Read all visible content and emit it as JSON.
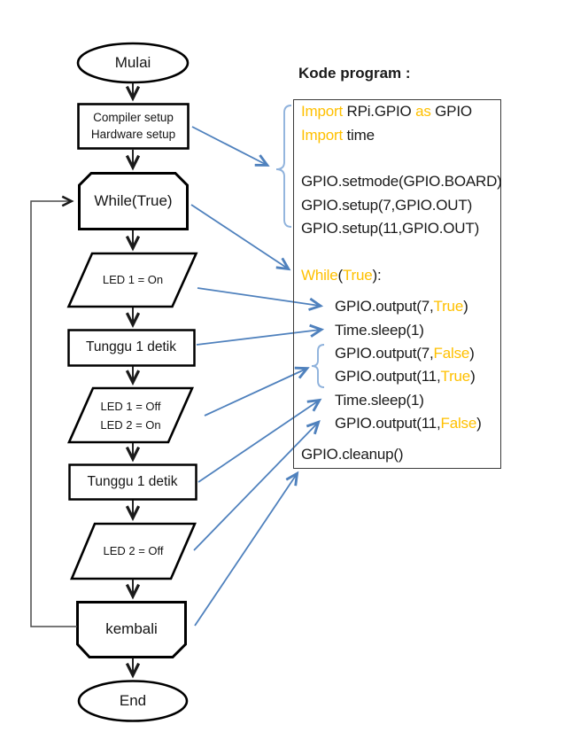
{
  "code_panel": {
    "heading": "Kode program :",
    "lines": [
      {
        "indent": 0,
        "segments": [
          {
            "t": "Import ",
            "k": true
          },
          {
            "t": "RPi.GPIO ",
            "k": false
          },
          {
            "t": "as",
            "k": true
          },
          {
            "t": " GPIO",
            "k": false
          }
        ]
      },
      {
        "indent": 0,
        "segments": [
          {
            "t": "Import ",
            "k": true
          },
          {
            "t": "time",
            "k": false
          }
        ]
      },
      {
        "indent": 0,
        "segments": []
      },
      {
        "indent": 0,
        "segments": [
          {
            "t": "GPIO.setmode(GPIO.BOARD)",
            "k": false
          }
        ]
      },
      {
        "indent": 0,
        "segments": [
          {
            "t": "GPIO.setup(7,GPIO.OUT)",
            "k": false
          }
        ]
      },
      {
        "indent": 0,
        "segments": [
          {
            "t": "GPIO.setup(11,GPIO.OUT)",
            "k": false
          }
        ]
      },
      {
        "indent": 0,
        "segments": []
      },
      {
        "indent": 0,
        "segments": [
          {
            "t": "While",
            "k": true
          },
          {
            "t": "(",
            "k": false
          },
          {
            "t": "True",
            "k": true
          },
          {
            "t": "):",
            "k": false
          }
        ]
      },
      {
        "indent": 1,
        "segments": [
          {
            "t": "GPIO.output(7,",
            "k": false
          },
          {
            "t": "True",
            "k": true
          },
          {
            "t": ")",
            "k": false
          }
        ]
      },
      {
        "indent": 1,
        "segments": [
          {
            "t": "Time.sleep(1)",
            "k": false
          }
        ]
      },
      {
        "indent": 1,
        "segments": [
          {
            "t": "GPIO.output(7,",
            "k": false
          },
          {
            "t": "False",
            "k": true
          },
          {
            "t": ")",
            "k": false
          }
        ]
      },
      {
        "indent": 1,
        "segments": [
          {
            "t": "GPIO.output(11,",
            "k": false
          },
          {
            "t": "True",
            "k": true
          },
          {
            "t": ")",
            "k": false
          }
        ]
      },
      {
        "indent": 1,
        "segments": [
          {
            "t": "Time.sleep(1)",
            "k": false
          }
        ]
      },
      {
        "indent": 1,
        "segments": [
          {
            "t": "GPIO.output(11,",
            "k": false
          },
          {
            "t": "False",
            "k": true
          },
          {
            "t": ")",
            "k": false
          }
        ]
      },
      {
        "indent": 0,
        "segments": [
          {
            "t": "GPIO.cleanup()",
            "k": false
          }
        ]
      }
    ]
  },
  "flowchart": {
    "nodes": {
      "start": {
        "type": "terminator",
        "label": "Mulai"
      },
      "setup": {
        "type": "process",
        "line1": "Compiler setup",
        "line2": "Hardware setup"
      },
      "loop": {
        "type": "loop-start",
        "label": "While(True)"
      },
      "led1_on": {
        "type": "io",
        "label": "LED 1 = On"
      },
      "wait1": {
        "type": "process",
        "label": "Tunggu 1 detik"
      },
      "led_swap": {
        "type": "io",
        "line1": "LED 1 = Off",
        "line2": "LED 2 = On"
      },
      "wait2": {
        "type": "process",
        "label": "Tunggu 1 detik"
      },
      "led2_off": {
        "type": "io",
        "label": "LED 2 = Off"
      },
      "return": {
        "type": "loop-end",
        "label": "kembali"
      },
      "end": {
        "type": "terminator",
        "label": "End"
      }
    }
  },
  "colors": {
    "keyword": "#FFC000",
    "code_text": "#1a1a1a",
    "arrow_blue": "#4F81BD",
    "brace_blue": "#8FB2DC",
    "shape_border": "#000000"
  }
}
